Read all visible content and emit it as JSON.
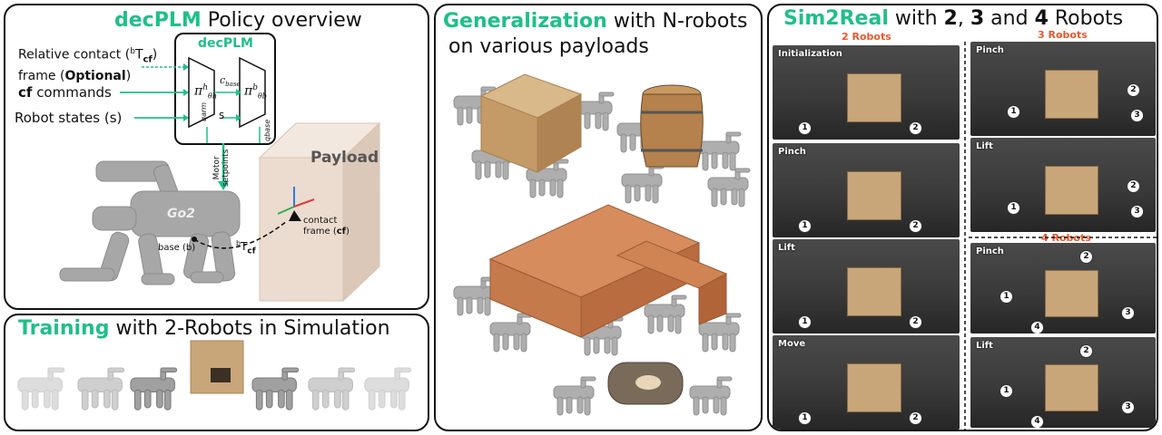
{
  "overview": {
    "title_accent": "decPLM",
    "title_rest": " Policy overview",
    "box_title": "decPLM",
    "input_rel_pre": "Relative contact (",
    "input_rel_sup": "b",
    "input_rel_t": "T",
    "input_rel_sub": "cf",
    "input_rel_post": ")",
    "input_rel_line2": "frame (",
    "input_optional": "Optional",
    "input_rel_line2_post": ")",
    "input_cf_bold": "cf",
    "input_cf_rest": " commands",
    "input_states": "Robot states (s)",
    "pi_h": "π",
    "pi_h_sup": "h",
    "pi_h_sub": "θh",
    "pi_b": "π",
    "pi_b_sup": "b",
    "pi_b_sub": "θb",
    "c_base": "c",
    "c_base_sub": "base",
    "s_label": "s",
    "q_arm": "qarm",
    "q_base": "qbase",
    "motor": "Motor",
    "setpoints": "setpoints",
    "payload": "Payload",
    "go2": "Go2",
    "contact_frame_1": "contact",
    "contact_frame_2": "frame (",
    "contact_frame_cf": "cf",
    "contact_frame_end": ")",
    "base_label": "base (b)",
    "bTcf_b": "b",
    "bTcf_T": "T",
    "bTcf_cf": "cf"
  },
  "training": {
    "title_accent": "Training",
    "title_rest": " with 2-Robots in Simulation"
  },
  "generalization": {
    "title_accent": "Generalization",
    "title_rest": " with N-robots",
    "title_line2": "on various payloads"
  },
  "sim2real": {
    "title_accent": "Sim2Real",
    "title_with": " with ",
    "n2": "2",
    "comma": ", ",
    "n3": "3",
    "and": " and ",
    "n4": "4",
    "robots": " Robots",
    "col2": "2 Robots",
    "col3": "3 Robots",
    "col4": "4 Robots",
    "steps2": [
      "Initialization",
      "Pinch",
      "Lift",
      "Move"
    ],
    "steps3": [
      "Pinch",
      "Lift"
    ],
    "steps4": [
      "Pinch",
      "Lift"
    ]
  },
  "colors": {
    "accent": "#1fbf8a",
    "orange": "#e8572a",
    "box_brown": "#c9a679",
    "payload_pink": "#ecdcd0"
  }
}
